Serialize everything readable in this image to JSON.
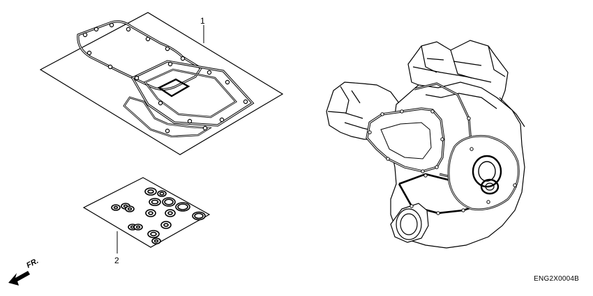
{
  "callouts": {
    "part_1": "1",
    "part_2": "2"
  },
  "direction_label": "FR.",
  "diagram_code": "ENG2X0004B"
}
